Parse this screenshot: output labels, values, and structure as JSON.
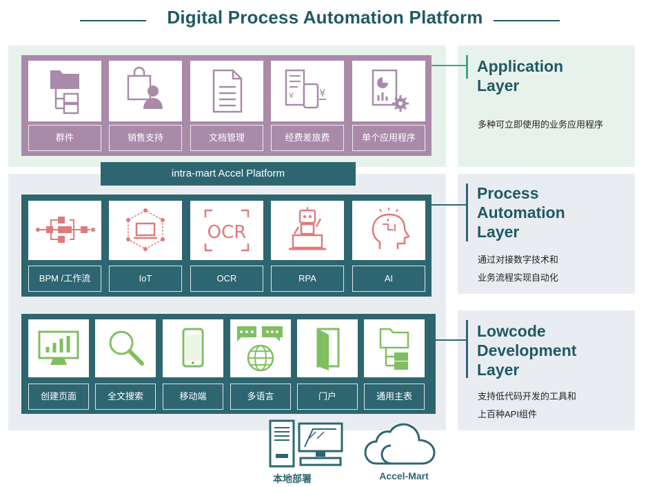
{
  "title": "Digital Process Automation Platform",
  "platform_bar": "intra-mart Accel Platform",
  "colors": {
    "teal_dark": "#2d6670",
    "purple": "#a98aa9",
    "salmon": "#e07a7a",
    "green": "#7fbf5f",
    "app_bg": "#e8f2ec",
    "gray_bg": "#e9edf2",
    "accent_app": "#3aa58a"
  },
  "app_layer": {
    "heading": [
      "Application",
      "Layer"
    ],
    "desc": "多种可立即使用的业务应用程序",
    "items": [
      {
        "label": "群件",
        "icon": "folder-tree-icon"
      },
      {
        "label": "销售支持",
        "icon": "salesperson-bag-icon"
      },
      {
        "label": "文档管理",
        "icon": "document-icon"
      },
      {
        "label": "经费差旅费",
        "icon": "expense-receipt-icon"
      },
      {
        "label": "单个应用程序",
        "icon": "report-gear-icon"
      }
    ]
  },
  "process_layer": {
    "heading": [
      "Process",
      "Automation",
      "Layer"
    ],
    "desc": [
      "通过对接数字技术和",
      "业务流程实现自动化"
    ],
    "items": [
      {
        "label": "BPM /工作流",
        "icon": "workflow-icon"
      },
      {
        "label": "IoT",
        "icon": "iot-network-icon"
      },
      {
        "label": "OCR",
        "icon": "ocr-scan-icon"
      },
      {
        "label": "RPA",
        "icon": "robot-laptop-icon"
      },
      {
        "label": "AI",
        "icon": "ai-brain-icon"
      }
    ]
  },
  "lowcode_layer": {
    "heading": [
      "Lowcode",
      "Development",
      "Layer"
    ],
    "desc": [
      "支持低代码开发的工具和",
      "上百种API组件"
    ],
    "items": [
      {
        "label": "创建页面",
        "icon": "monitor-chart-icon"
      },
      {
        "label": "全文搜索",
        "icon": "magnifier-icon"
      },
      {
        "label": "移动端",
        "icon": "smartphone-icon"
      },
      {
        "label": "多语言",
        "icon": "globe-chat-icon"
      },
      {
        "label": "门户",
        "icon": "door-icon"
      },
      {
        "label": "通用主表",
        "icon": "folder-tree-icon"
      }
    ]
  },
  "deployment": [
    {
      "label": "本地部署",
      "icon": "server-computer-icon"
    },
    {
      "label": "Accel-Mart",
      "icon": "cloud-icon"
    }
  ]
}
